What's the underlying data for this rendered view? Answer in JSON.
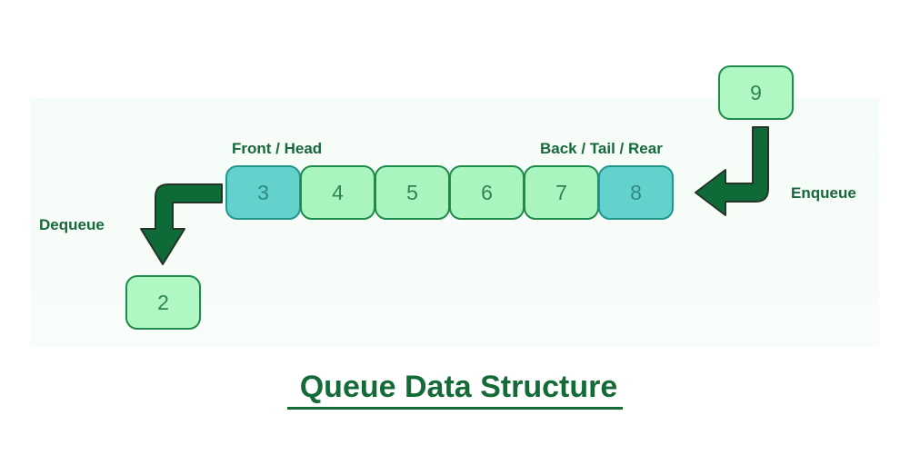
{
  "title": "Queue Data Structure",
  "panel": {
    "background": "#f7fcf8"
  },
  "labels": {
    "front": "Front / Head",
    "back": "Back / Tail / Rear",
    "enqueue": "Enqueue",
    "dequeue": "Dequeue"
  },
  "queue": {
    "cells": [
      {
        "value": "3",
        "highlighted": true
      },
      {
        "value": "4",
        "highlighted": false
      },
      {
        "value": "5",
        "highlighted": false
      },
      {
        "value": "6",
        "highlighted": false
      },
      {
        "value": "7",
        "highlighted": false
      },
      {
        "value": "8",
        "highlighted": true
      }
    ]
  },
  "enqueue_item": {
    "value": "9"
  },
  "dequeue_item": {
    "value": "2"
  },
  "icons": {
    "enqueue_arrow": "elbow-arrow-down-left",
    "dequeue_arrow": "elbow-arrow-left-down"
  },
  "colors": {
    "cell_fill": "#aaf5bf",
    "cell_border": "#1f8c4d",
    "cell_highlight_fill": "#64d2cc",
    "cell_highlight_border": "#23968d",
    "arrow_fill": "#0e6b38",
    "arrow_outline": "#263428",
    "label_text": "#17683b",
    "title_text": "#156b38",
    "panel_background": "#f7fcf8"
  }
}
